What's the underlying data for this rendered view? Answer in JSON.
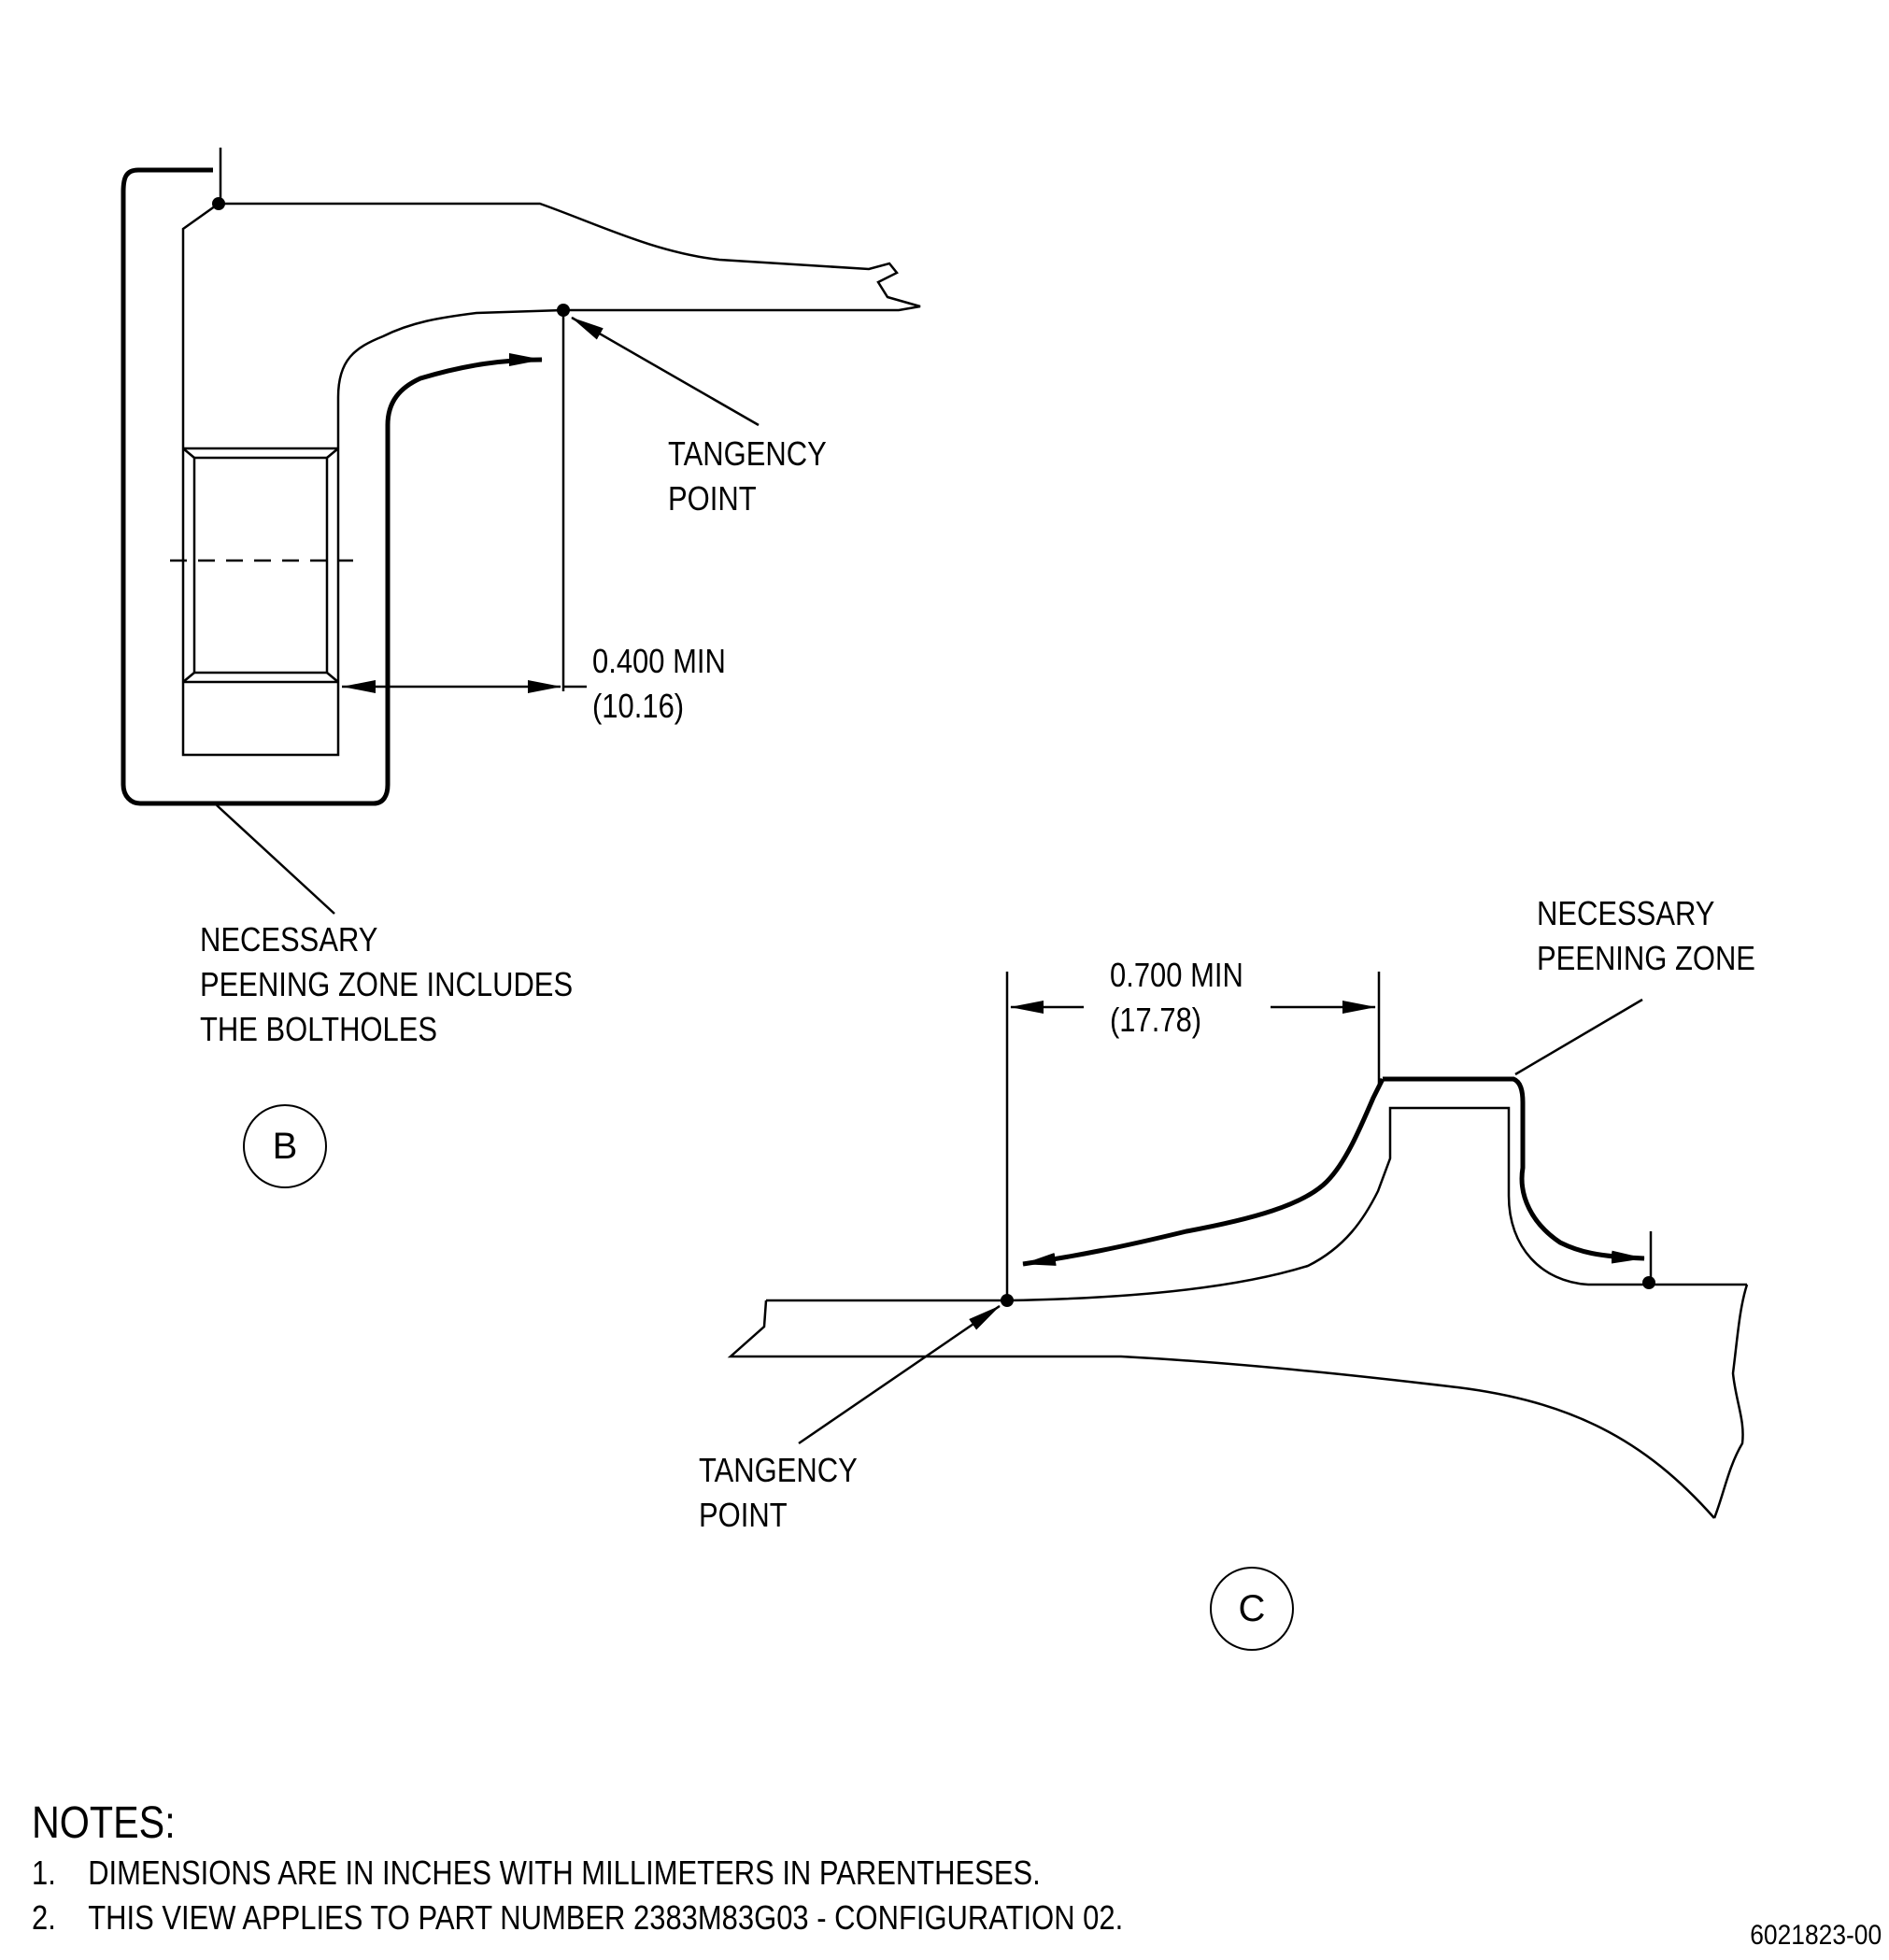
{
  "view_b": {
    "tangency_label": [
      "TANGENCY",
      "POINT"
    ],
    "dimension": [
      "0.400 MIN",
      "(10.16)"
    ],
    "zone_label": [
      "NECESSARY",
      "PEENING ZONE INCLUDES",
      "THE BOLTHOLES"
    ],
    "bubble": "B"
  },
  "view_c": {
    "dimension": [
      "0.700 MIN",
      "(17.78)"
    ],
    "zone_label": [
      "NECESSARY",
      "PEENING ZONE"
    ],
    "tangency_label": [
      "TANGENCY",
      "POINT"
    ],
    "bubble": "C"
  },
  "notes": {
    "title": "NOTES:",
    "items": [
      {
        "num": "1.",
        "text": "DIMENSIONS ARE IN INCHES WITH MILLIMETERS IN PARENTHESES."
      },
      {
        "num": "2.",
        "text": "THIS VIEW APPLIES TO PART NUMBER 2383M83G03 - CONFIGURATION 02."
      }
    ]
  },
  "figure_code": "6021823-00"
}
